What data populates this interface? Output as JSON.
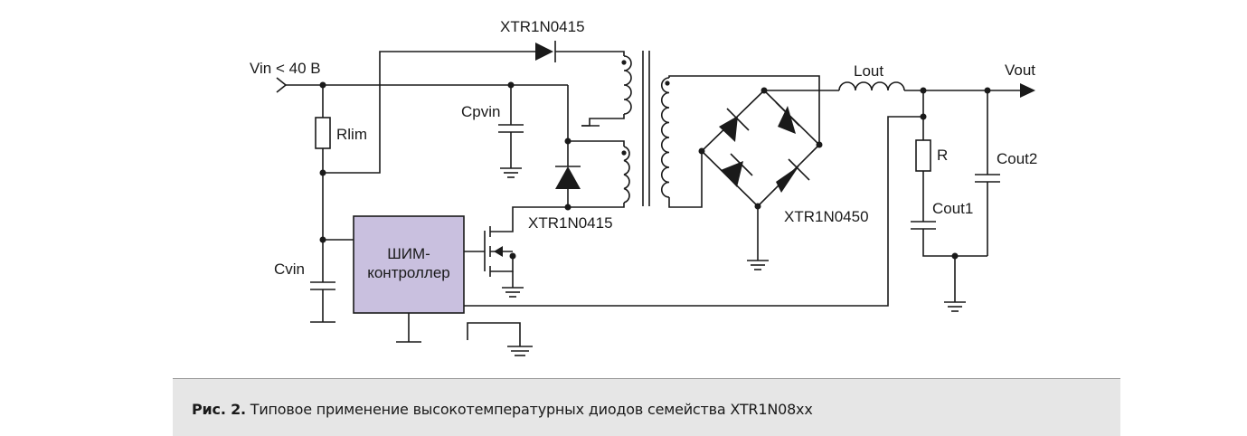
{
  "labels": {
    "vin": "Vin < 40 B",
    "d_top": "XTR1N0415",
    "d_mid": "XTR1N0415",
    "bridge": "XTR1N0450",
    "cpvin": "Cpvin",
    "rlim": "Rlim",
    "cvin": "Cvin",
    "lout": "Lout",
    "vout": "Vout",
    "r": "R",
    "cout1": "Cout1",
    "cout2": "Cout2",
    "pwm_line1": "ШИМ-",
    "pwm_line2": "контроллер"
  },
  "colors": {
    "pwm_fill": "#c9c0df",
    "caption_bg": "#e6e6e6"
  },
  "caption": {
    "prefix": "Рис. 2.",
    "text": " Типовое применение высокотемпературных диодов семейства XTR1N08xx"
  }
}
